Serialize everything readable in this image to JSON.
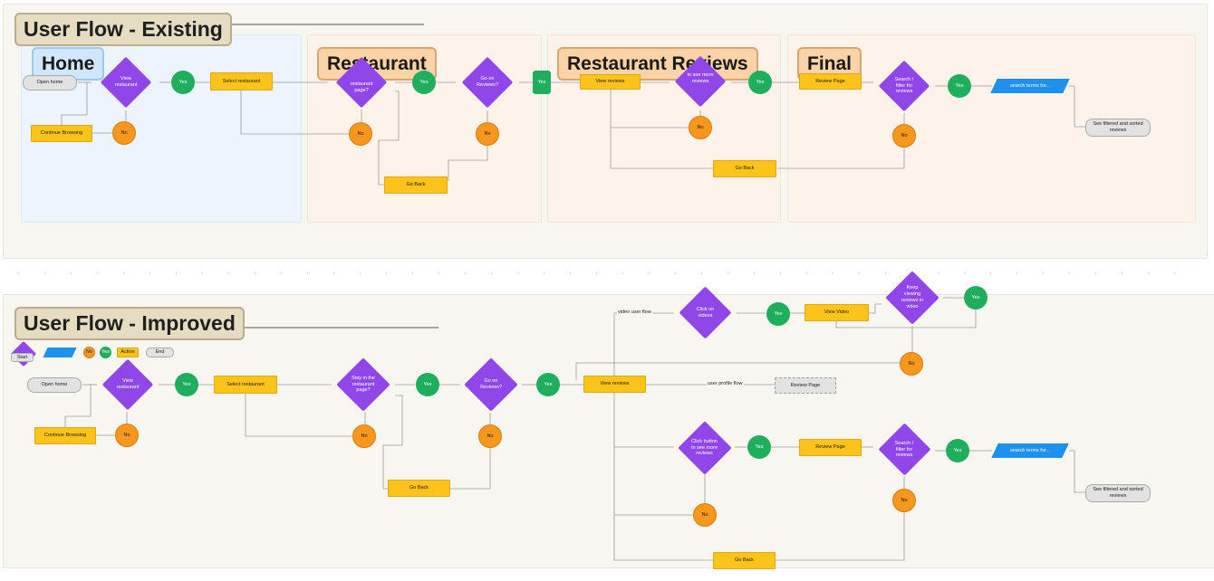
{
  "existing": {
    "title": "User Flow - Existing",
    "sections": {
      "home": "Home",
      "restaurant": "Restaurant",
      "reviews": "Restaurant Reviews",
      "final": "Final"
    },
    "nodes": {
      "open_home": "Open home",
      "view_restaurant": "View restaurant",
      "yes1": "Yes",
      "select_restaurant": "Select restaurant",
      "no_home": "No",
      "continue_browsing": "Continue Browsing",
      "restaurant_page": "restaurant page?",
      "no_rest": "No",
      "yes2": "Yes",
      "go_reviews": "Go on Reviews?",
      "no_reviews": "No",
      "go_back_rest": "Go Back",
      "yes3": "Yes",
      "view_reviews": "View reviews",
      "see_more": "to see more reviews",
      "yes4": "Yes",
      "no_more": "No",
      "review_page": "Review Page",
      "search_filter": "Search / filter for reviews",
      "yes5": "Yes",
      "search_terms": "search terms for...",
      "no_final": "No",
      "see_filtered": "See filtered and sorted reviews",
      "go_back_final": "Go Back"
    }
  },
  "improved": {
    "title": "User Flow - Improved",
    "legend": {
      "start": "Start",
      "no": "No",
      "yes": "Yes",
      "action": "Action",
      "end": "End"
    },
    "nodes": {
      "open_home": "Open home",
      "view_restaurant": "View restaurant",
      "yes1": "Yes",
      "select_restaurant": "Select restaurant",
      "no_home": "No",
      "continue_browsing": "Continue Browsing",
      "stay_restaurant": "Stay in the restaurant page?",
      "no_stay": "No",
      "yes2": "Yes",
      "go_reviews": "Go on Reviews?",
      "no_reviews": "No",
      "go_back_rest": "Go Back",
      "yes3": "Yes",
      "view_reviews": "View reviews",
      "video_flow": "video user flow",
      "click_videos": "Click on videos",
      "yes_video": "Yes",
      "view_video": "View Video",
      "keep_viewing": "Keep viewing reviews in video",
      "yes_keep": "Yes",
      "no_keep": "No",
      "user_profile_flow": "user profile flow",
      "review_page_dash": "Review Page",
      "click_button": "Click button to see more reviews",
      "yes_click": "Yes",
      "no_click": "No",
      "review_page": "Review Page",
      "search_filter": "Search / filter for reviews",
      "yes5": "Yes",
      "search_terms": "search terms for...",
      "no_final": "No",
      "see_filtered": "See filtered and sorted reviews",
      "go_back_final": "Go Back"
    }
  },
  "colors": {
    "decision": "#9146ea",
    "yes": "#1fae5b",
    "no": "#f7971d",
    "action": "#fcc31a",
    "data": "#1e90ee",
    "terminal": "#e2e2e2"
  }
}
